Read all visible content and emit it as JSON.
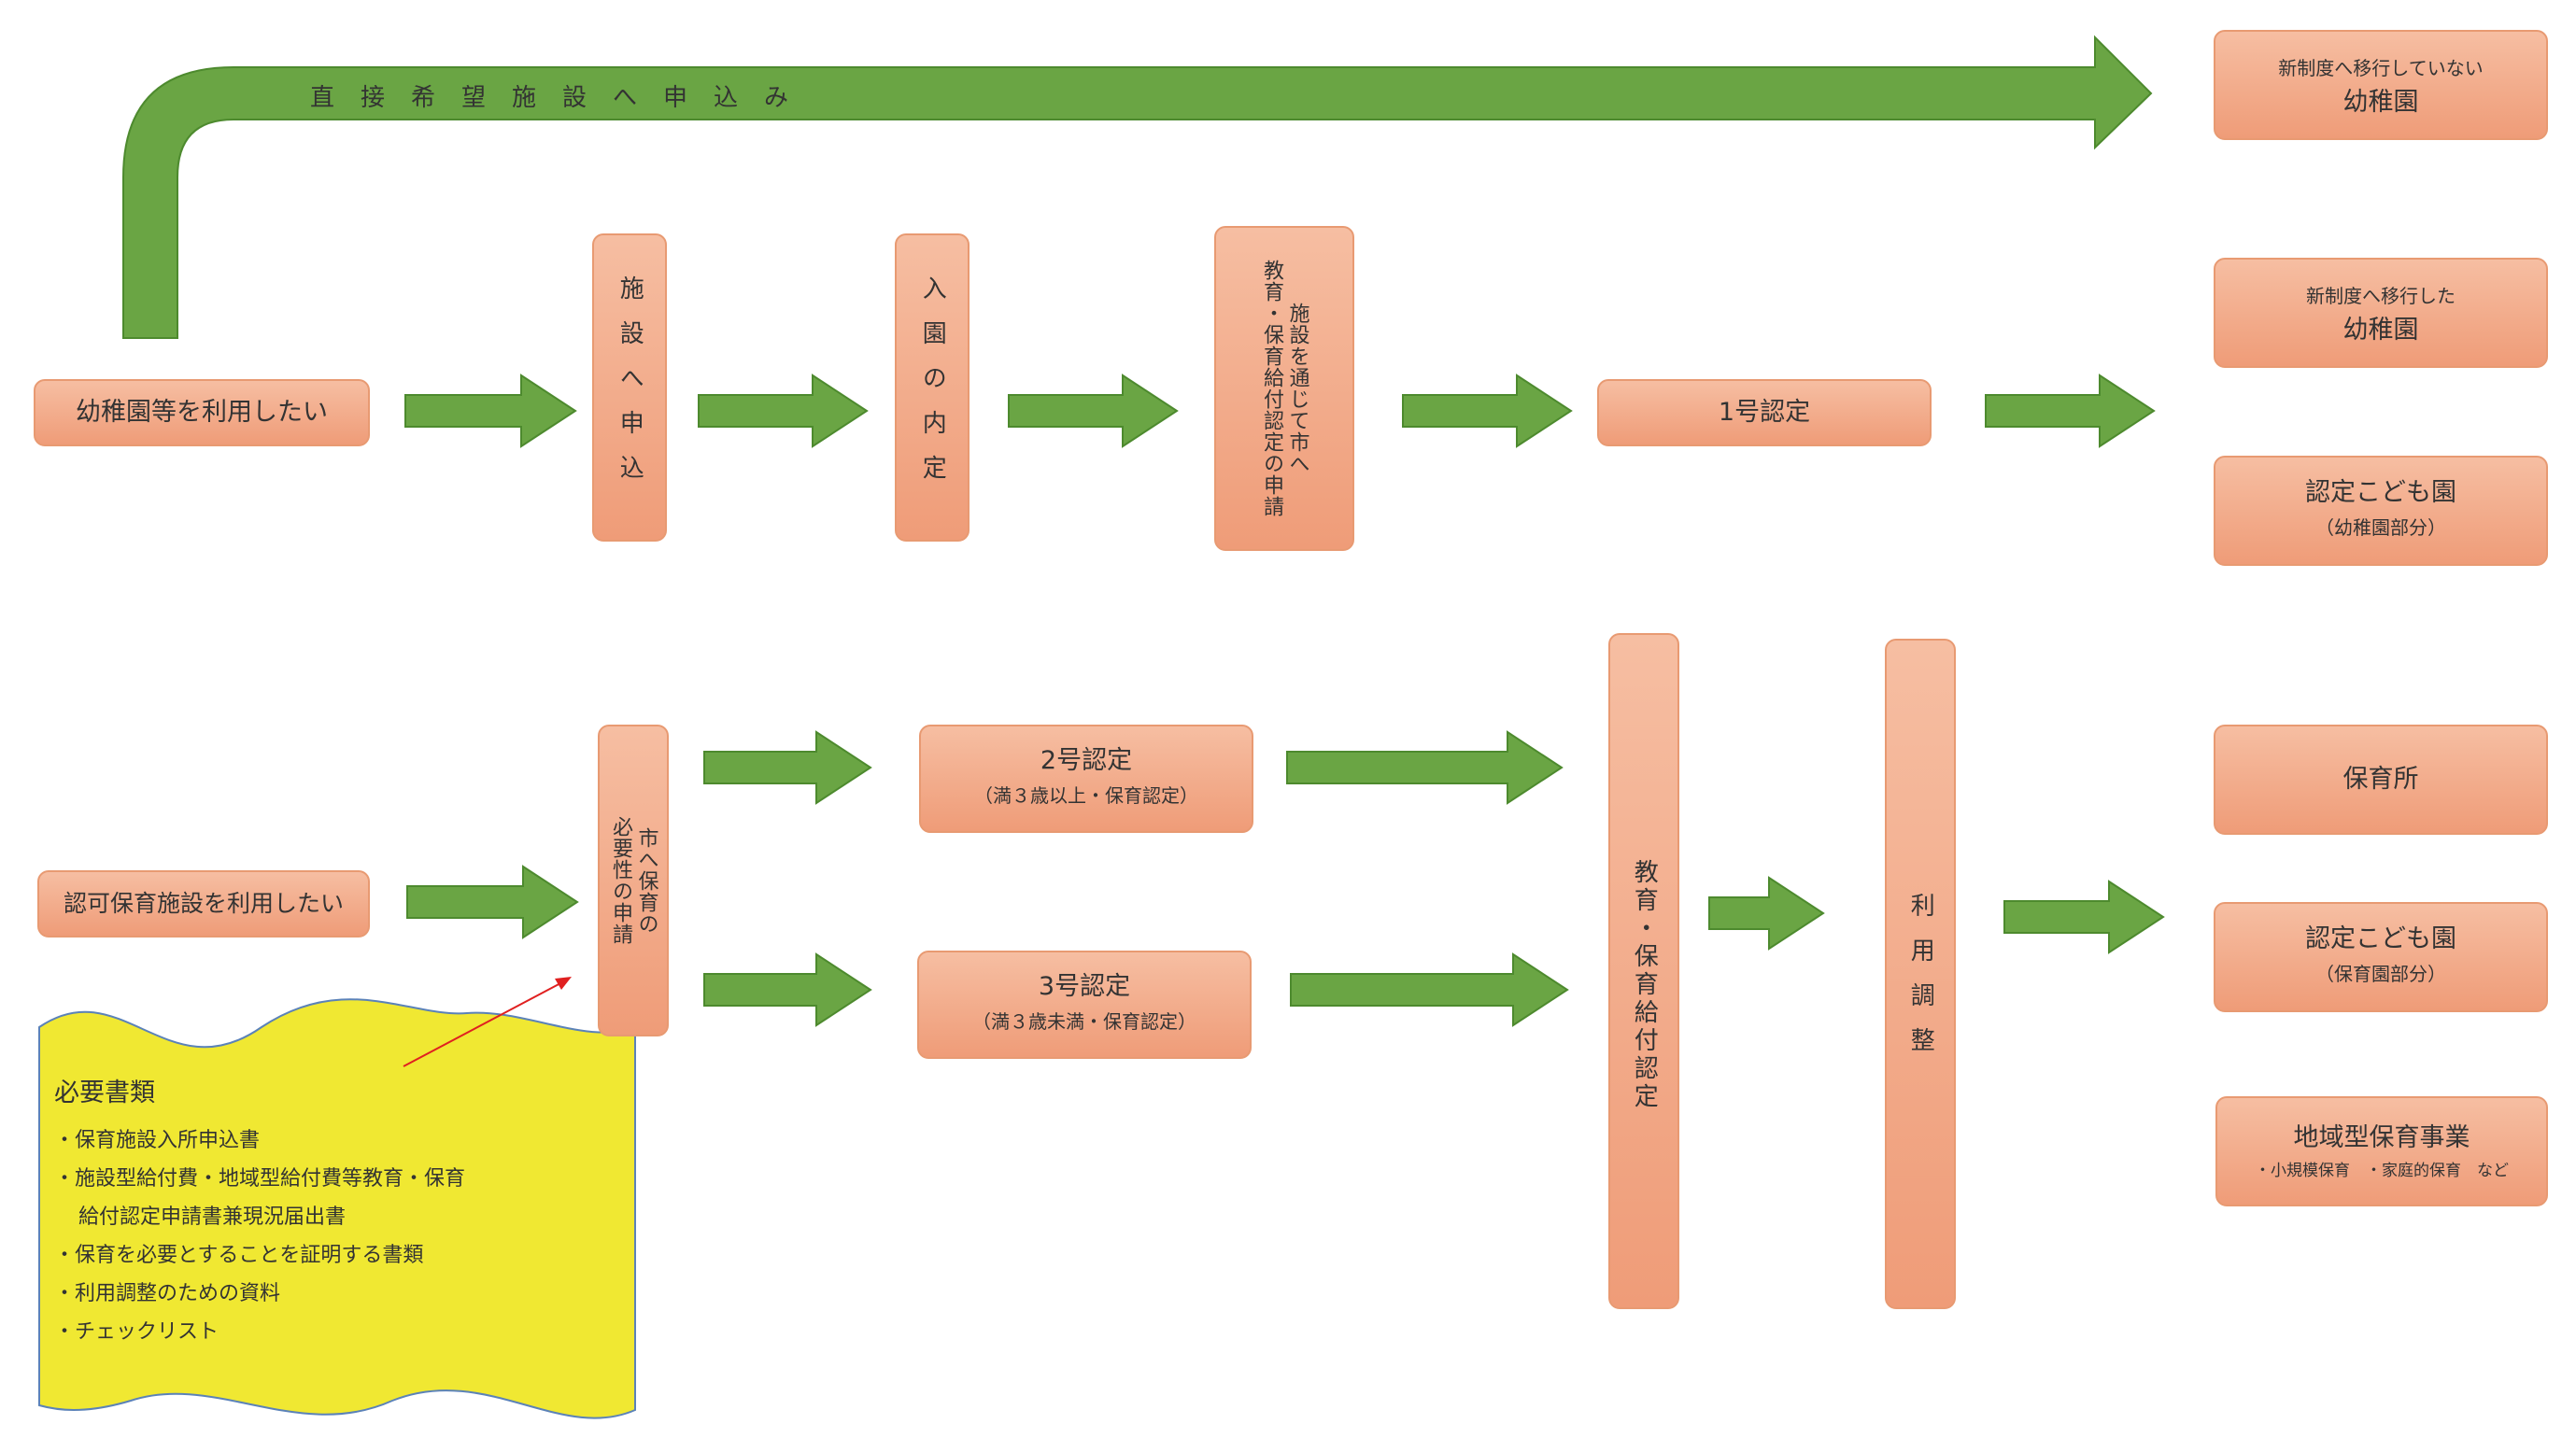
{
  "direct_application": "直接希望施設へ申込み",
  "flow_kindergarten": {
    "start": "幼稚園等を利用したい",
    "step1": "施設へ申込",
    "step2": "入園の内定",
    "step3_lines": [
      "施設を通じて市へ",
      "教育・保育給付認定の申請"
    ],
    "cert1": "1号認定"
  },
  "flow_nursery": {
    "start": "認可保育施設を利用したい",
    "apply_lines": [
      "市へ保育の",
      "必要性の申請"
    ],
    "cert2": {
      "label": "2号認定",
      "sub": "（満３歳以上・保育認定）"
    },
    "cert3": {
      "label": "3号認定",
      "sub": "（満３歳未満・保育認定）"
    },
    "benefit_cert": "教育・保育給付認定",
    "adjust": "利用調整"
  },
  "destinations": {
    "old_kindergarten": {
      "sub": "新制度へ移行していない",
      "main": "幼稚園"
    },
    "new_kindergarten": {
      "sub": "新制度へ移行した",
      "main": "幼稚園"
    },
    "kodomoen_k": {
      "main": "認定こども園",
      "sub": "（幼稚園部分）"
    },
    "nursery": {
      "main": "保育所"
    },
    "kodomoen_n": {
      "main": "認定こども園",
      "sub": "（保育園部分）"
    },
    "regional": {
      "main": "地域型保育事業",
      "sub": "・小規模保育　・家庭的保育　など"
    }
  },
  "documents": {
    "title": "必要書類",
    "items": [
      "・保育施設入所申込書",
      "・施設型給付費・地域型給付費等教育・保育",
      "給付認定申請書兼現況届出書",
      "・保育を必要とすることを証明する書類",
      "・利用調整のための資料",
      "・チェックリスト"
    ]
  },
  "colors": {
    "arrow_fill": "#6aa544",
    "arrow_stroke": "#4d8a2e",
    "box_fill_top": "#f6bea2",
    "box_fill_bottom": "#ef9c78",
    "box_border": "#e89a72",
    "note_fill": "#f0e832",
    "note_border": "#5b82b8",
    "pointer": "#e02020"
  }
}
